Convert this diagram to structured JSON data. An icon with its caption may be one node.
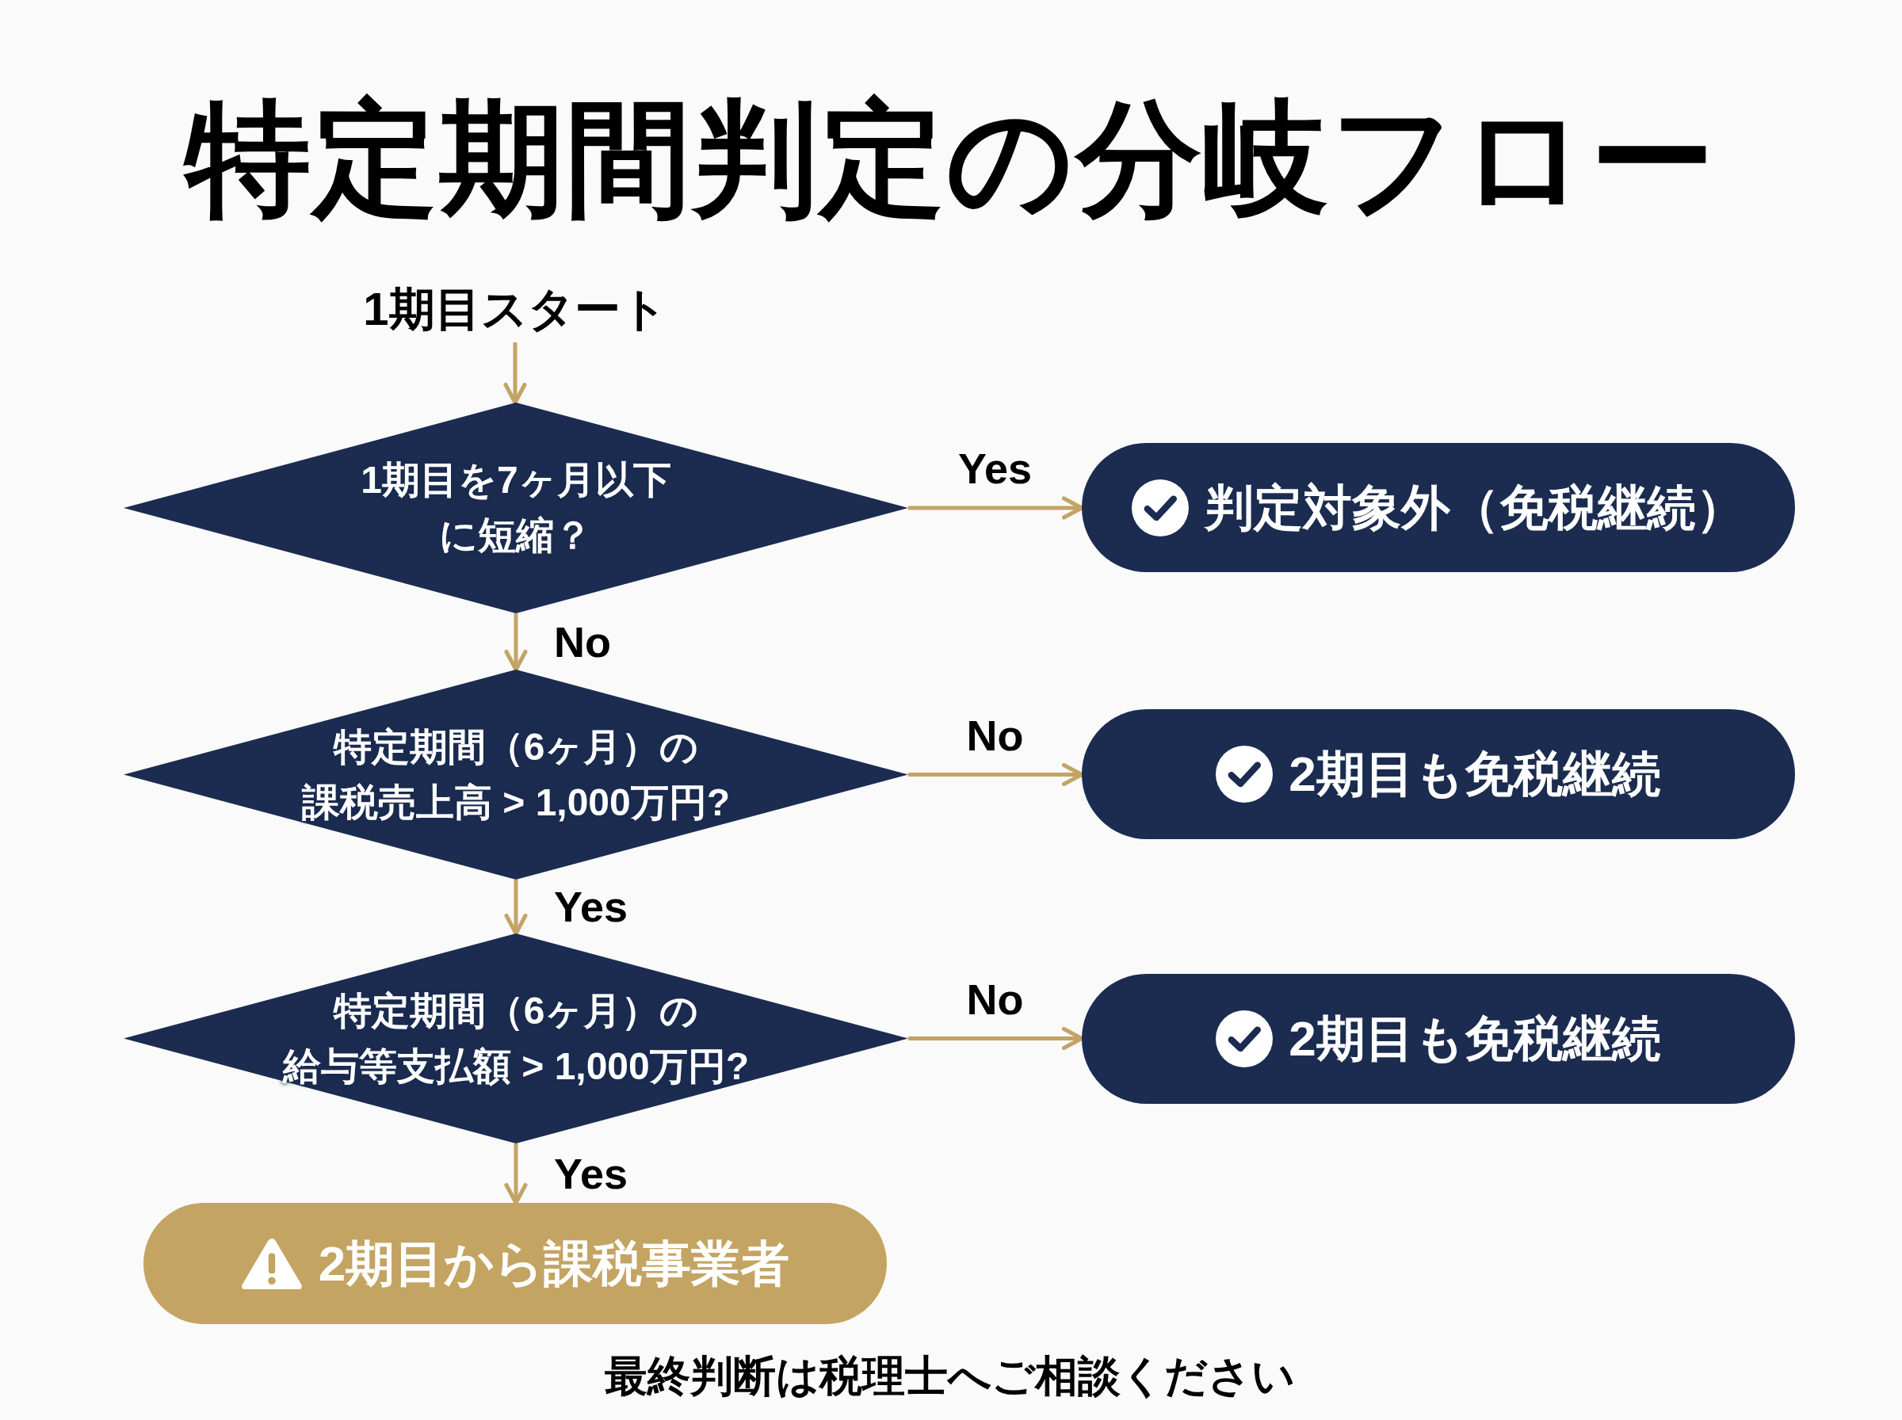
{
  "diagram": {
    "title": "特定期間判定の分岐フロー",
    "nodes": [
      {
        "text": [
          "1期目スタート"
        ]
      },
      {
        "text": [
          "1期目を7ヶ月以下に短縮？"
        ]
      },
      {
        "text": [
          "判定対象外（免税継続）"
        ]
      },
      {
        "text": [
          "特定期間（6ヶ月）の課税売上高 > 1,000万円?"
        ]
      },
      {
        "text": [
          "2期目も免税継続"
        ]
      },
      {
        "text": [
          "特定期間（6ヶ月）の給与等支払額 > 1,000万円?"
        ]
      },
      {
        "text": [
          "2期目も免税継続"
        ]
      },
      {
        "text": [
          "2期目から課税事業者"
        ]
      }
    ],
    "edges": [
      {
        "from": 0,
        "to": 1,
        "arrow": "to"
      },
      {
        "from": 1,
        "to": 2,
        "arrow": "to",
        "label": "Yes"
      },
      {
        "from": 1,
        "to": 3,
        "arrow": "to",
        "label": "No"
      },
      {
        "from": 3,
        "to": 4,
        "arrow": "to",
        "label": "No"
      },
      {
        "from": 3,
        "to": 5,
        "arrow": "to",
        "label": "Yes"
      },
      {
        "from": 5,
        "to": 6,
        "arrow": "to",
        "label": "No"
      },
      {
        "from": 5,
        "to": 7,
        "arrow": "to",
        "label": "Yes"
      }
    ],
    "labels": [
      "最終判断は税理士へご相談ください"
    ]
  }
}
